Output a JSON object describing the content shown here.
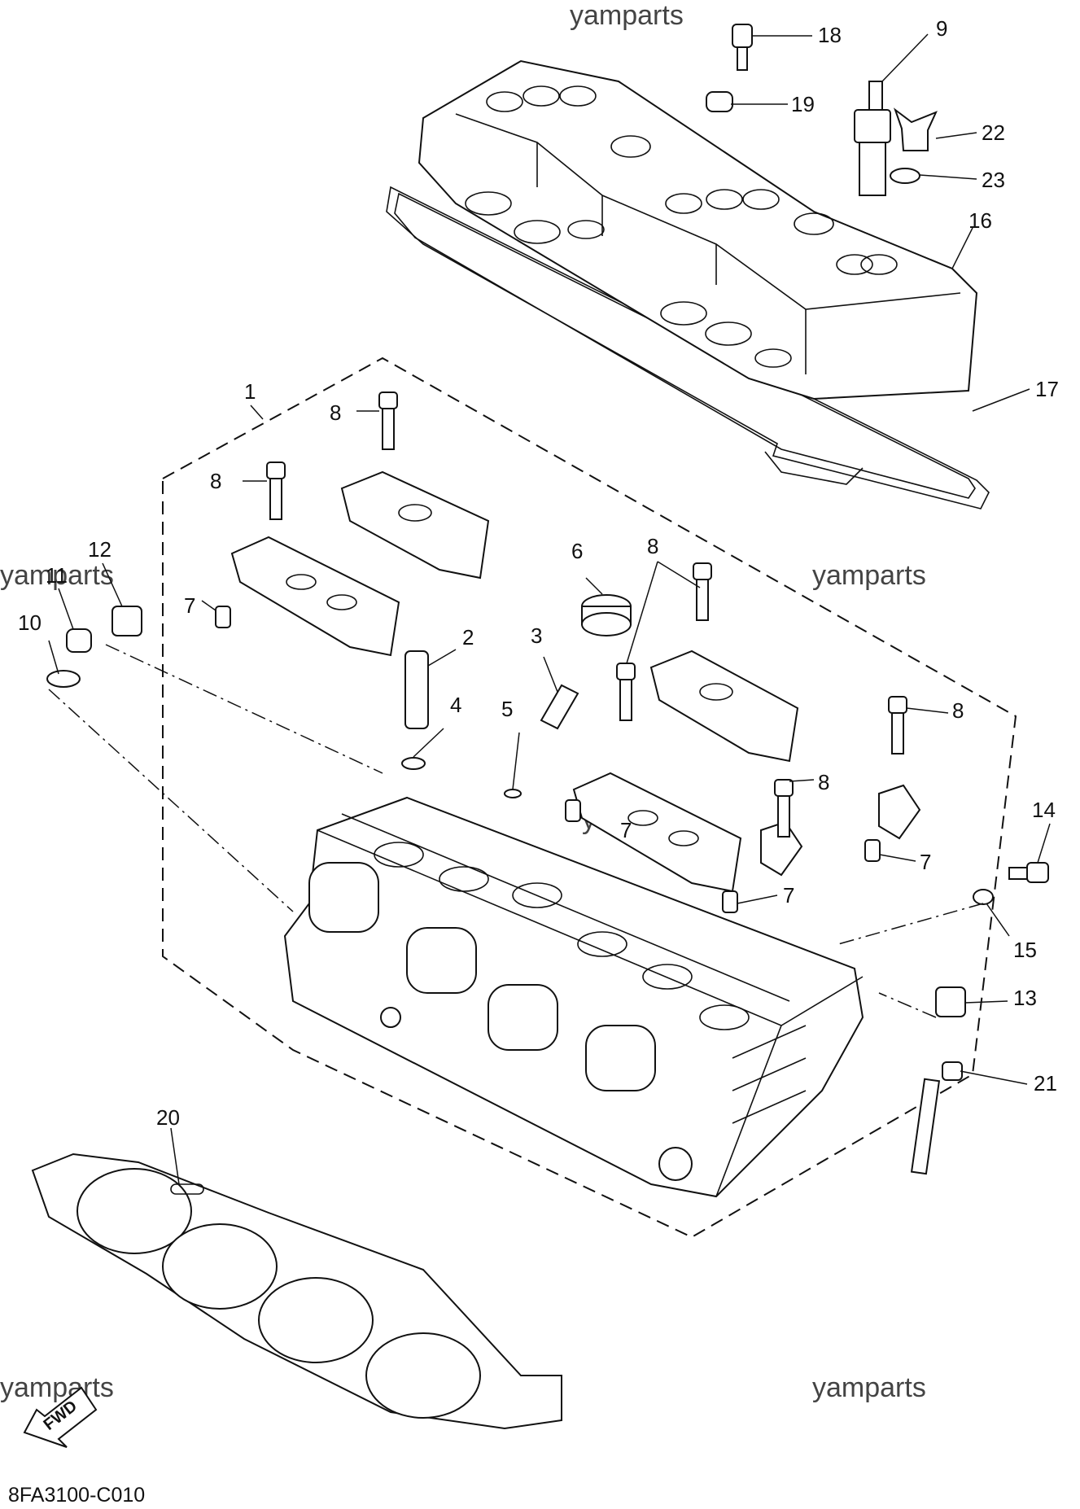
{
  "watermarks": [
    "yamparts",
    "yamparts",
    "yamparts",
    "yamparts",
    "yamparts",
    "yamparts"
  ],
  "diagram_code": "8FA3100-C010",
  "fwd_label": "FWD",
  "callouts": {
    "c1": "1",
    "c2": "2",
    "c3": "3",
    "c4": "4",
    "c5": "5",
    "c6": "6",
    "c7a": "7",
    "c7b": "7",
    "c7c": "7",
    "c7d": "7",
    "c8a": "8",
    "c8b": "8",
    "c8c": "8",
    "c8d": "8",
    "c8e": "8",
    "c9": "9",
    "c10": "10",
    "c11": "11",
    "c12": "12",
    "c13": "13",
    "c14": "14",
    "c15": "15",
    "c16": "16",
    "c17": "17",
    "c18": "18",
    "c19": "19",
    "c20": "20",
    "c21": "21",
    "c22": "22",
    "c23": "23"
  }
}
